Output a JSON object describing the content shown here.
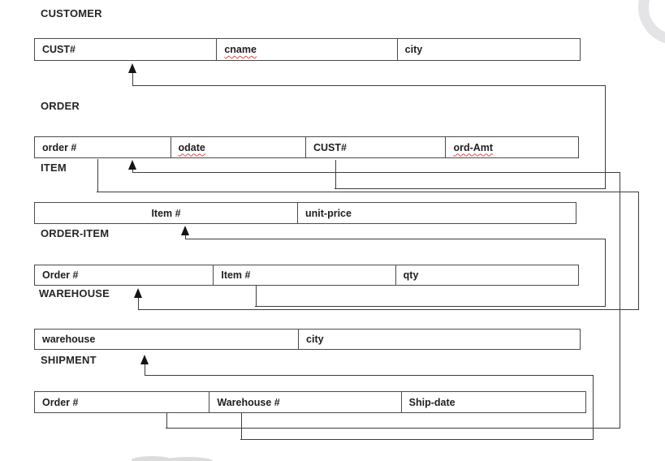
{
  "diagram": {
    "title_hint": "Network / order-entry database record diagram",
    "tables": [
      {
        "name": "CUSTOMER",
        "fields": [
          {
            "label": "CUST#",
            "misspelled": false
          },
          {
            "label": "cname",
            "misspelled": true
          },
          {
            "label": "city",
            "misspelled": false
          }
        ]
      },
      {
        "name": "ORDER",
        "fields": [
          {
            "label": "order #",
            "misspelled": false
          },
          {
            "label": "odate",
            "misspelled": true
          },
          {
            "label": "CUST#",
            "misspelled": false
          },
          {
            "label": "ord-Amt",
            "misspelled": true
          }
        ]
      },
      {
        "name": "ITEM",
        "fields": [
          {
            "label": "Item #",
            "misspelled": false
          },
          {
            "label": "unit-price",
            "misspelled": false
          }
        ]
      },
      {
        "name": "ORDER-ITEM",
        "fields": [
          {
            "label": "Order #",
            "misspelled": false
          },
          {
            "label": "Item #",
            "misspelled": false
          },
          {
            "label": "qty",
            "misspelled": false
          }
        ]
      },
      {
        "name": "WAREHOUSE",
        "fields": [
          {
            "label": "warehouse",
            "misspelled": false
          },
          {
            "label": "city",
            "misspelled": false
          }
        ]
      },
      {
        "name": "SHIPMENT",
        "fields": [
          {
            "label": "Order #",
            "misspelled": false
          },
          {
            "label": "Warehouse #",
            "misspelled": false
          },
          {
            "label": "Ship-date",
            "misspelled": false
          }
        ]
      }
    ],
    "links": [
      {
        "arrow_points_to": "CUSTOMER.CUST#",
        "line_from": "ORDER.CUST#"
      },
      {
        "arrow_points_to": "ORDER.order #",
        "line_from": "SHIPMENT.Order #"
      },
      {
        "arrow_points_to": "ORDER-ITEM.Order #",
        "line_from": "ORDER.order #"
      },
      {
        "arrow_points_to": "ITEM.Item #",
        "line_from": "ORDER-ITEM.Item #"
      },
      {
        "arrow_points_to": "WAREHOUSE.warehouse",
        "line_from": "SHIPMENT.Warehouse #"
      }
    ],
    "colors": {
      "line": "#3d3d3d",
      "table_border": "#4a4a4a",
      "text": "#1f1f1f",
      "spellcheck_squiggle": "#e04848",
      "watermark": "#e4e4e6"
    }
  }
}
